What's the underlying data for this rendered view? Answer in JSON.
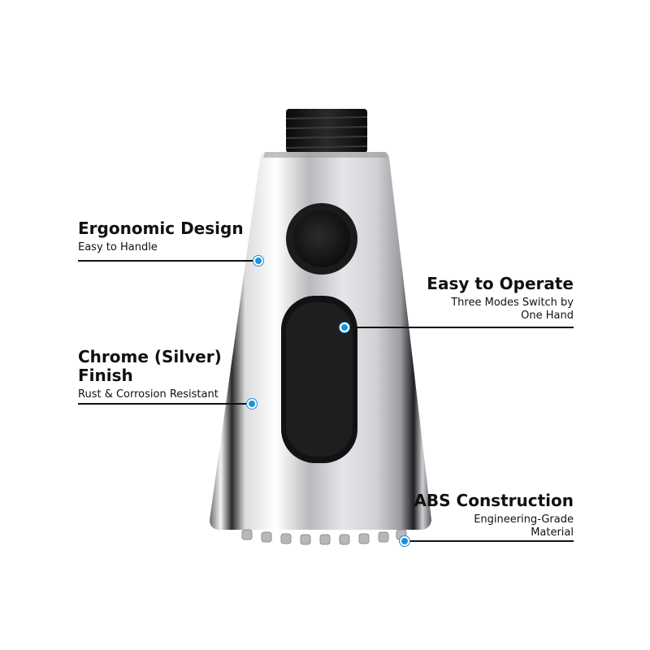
{
  "callouts": [
    {
      "title": "Ergonomic Design",
      "subtitle": "Easy to Handle"
    },
    {
      "title": "Chrome (Silver) Finish",
      "subtitle": "Rust & Corrosion Resistant"
    },
    {
      "title": "Easy to Operate",
      "subtitle_line1": "Three Modes Switch by",
      "subtitle_line2": "One Hand"
    },
    {
      "title": "ABS Construction",
      "subtitle_line1": "Engineering-Grade",
      "subtitle_line2": "Material"
    }
  ],
  "colors": {
    "marker_dot": "#1e90d6",
    "leader_line": "#111111",
    "chrome_body": "#c9c9cc",
    "button": "#1a1a1a"
  },
  "icons": [
    "sprayer-head-illustration",
    "callout-dot"
  ]
}
